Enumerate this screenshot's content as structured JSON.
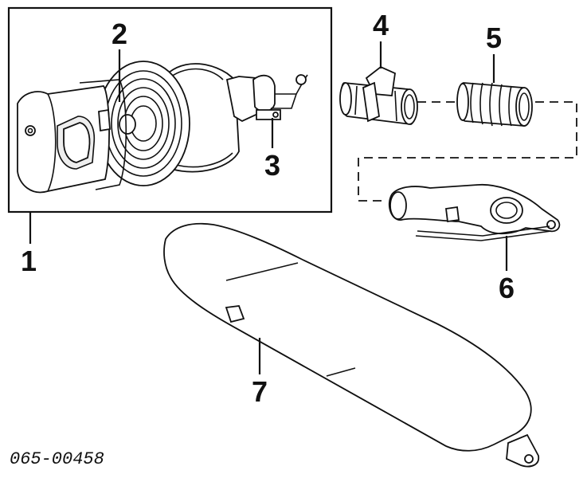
{
  "diagram": {
    "callouts": {
      "air_cleaner_assembly": "1",
      "filter_element": "2",
      "cover_clip": "3",
      "mass_air_flow_sensor": "4",
      "intake_hose": "5",
      "intake_duct": "6",
      "resonator": "7"
    },
    "part_number": "065-00458",
    "colors": {
      "line": "#111111",
      "fill": "#ffffff",
      "shade": "#eeeeee"
    }
  }
}
